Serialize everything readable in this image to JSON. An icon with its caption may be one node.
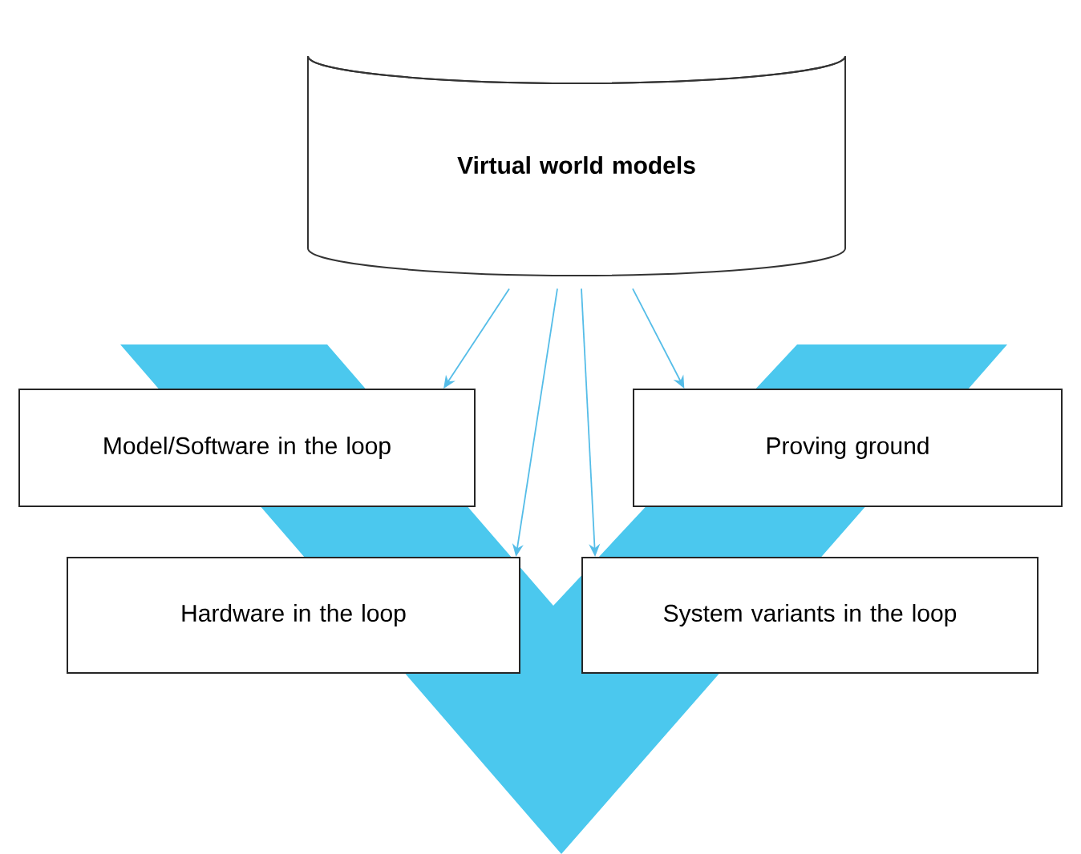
{
  "diagram": {
    "nodes": [
      {
        "text": [
          "Virtual world models"
        ]
      },
      {
        "text": [
          "Model/Software in the loop"
        ]
      },
      {
        "text": [
          "Proving ground"
        ]
      },
      {
        "text": [
          "Hardware in the loop"
        ]
      },
      {
        "text": [
          "System variants in the loop"
        ]
      }
    ],
    "edges": [
      {
        "from": 0,
        "to": 1,
        "arrow": "to"
      },
      {
        "from": 0,
        "to": 3,
        "arrow": "to"
      },
      {
        "from": 0,
        "to": 4,
        "arrow": "to"
      },
      {
        "from": 0,
        "to": 2,
        "arrow": "to"
      }
    ]
  }
}
